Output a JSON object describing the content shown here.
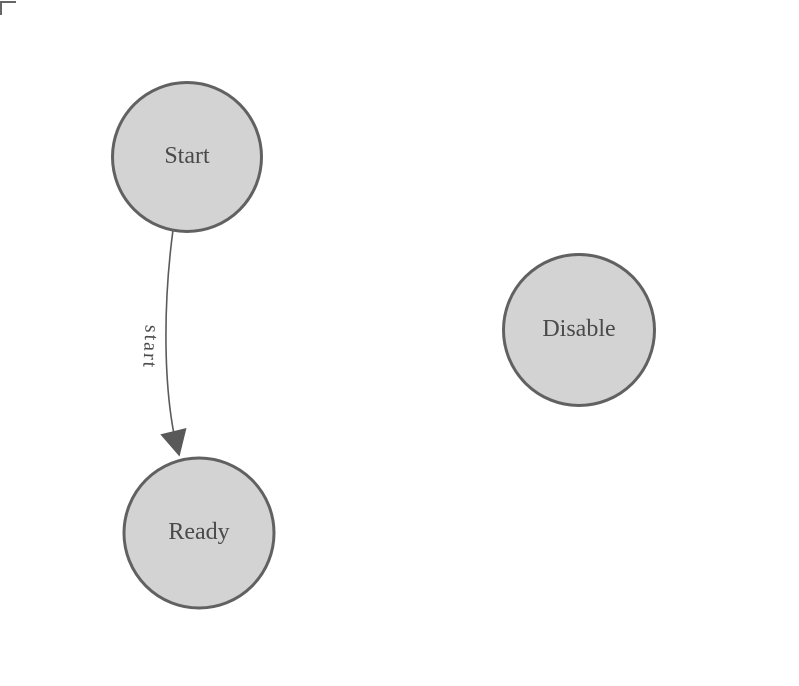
{
  "diagram": {
    "colors": {
      "node_fill": "#d3d3d3",
      "node_stroke": "#616161",
      "label_text": "#4a4a4a",
      "edge_stroke": "#5b5b5b"
    },
    "nodes": [
      {
        "id": "start",
        "label": "Start"
      },
      {
        "id": "ready",
        "label": "Ready"
      },
      {
        "id": "disable",
        "label": "Disable"
      }
    ],
    "edges": [
      {
        "from": "Start",
        "to": "Ready",
        "label": "start"
      }
    ]
  }
}
